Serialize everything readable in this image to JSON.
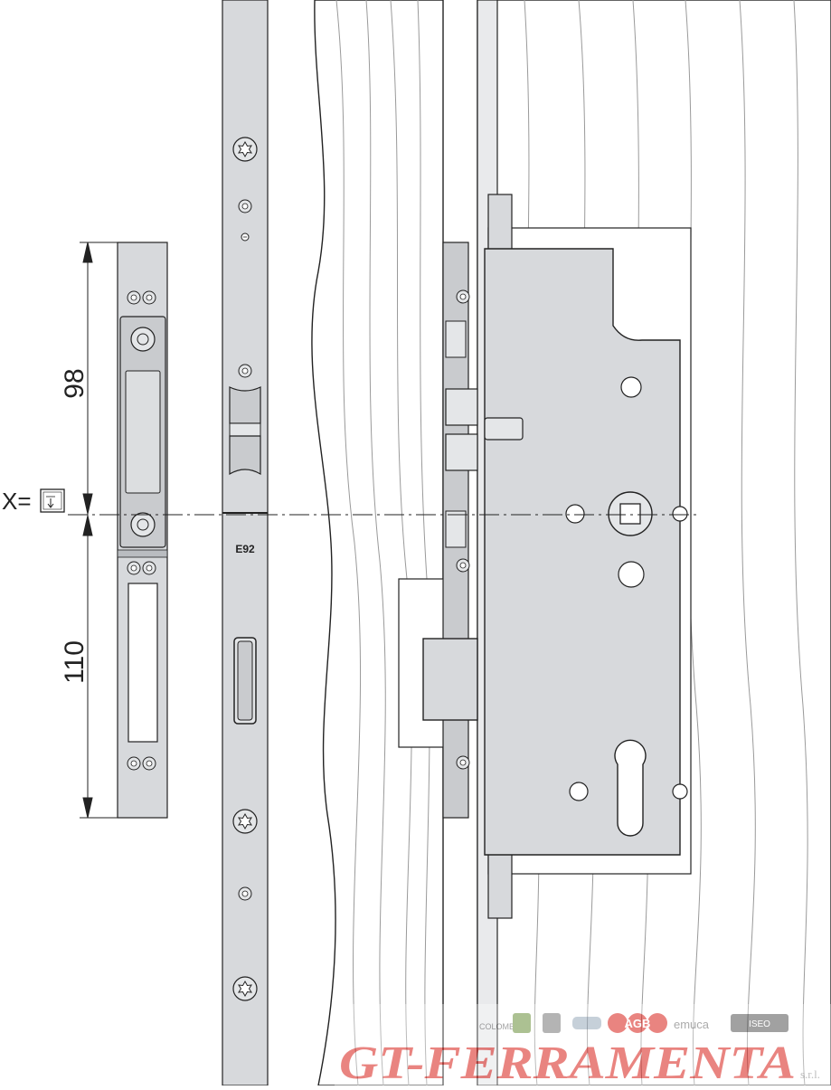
{
  "dimensions": {
    "upper": "98",
    "lower": "110",
    "x_label": "X="
  },
  "faceplate_marking": "E92",
  "watermark": {
    "brand_logos": [
      "COLOMBO",
      "AGB",
      "emuca",
      "ISEO"
    ],
    "logo_text": "GT-FERRAMENTA",
    "suffix": "s.r.l."
  },
  "colors": {
    "metal": "#d7d9dc",
    "metal_dark": "#b9bcc0",
    "line": "#222222",
    "wood_line": "#9a9a9a",
    "watermark_blue": "#1f56b8",
    "watermark_red": "#d8201a"
  }
}
